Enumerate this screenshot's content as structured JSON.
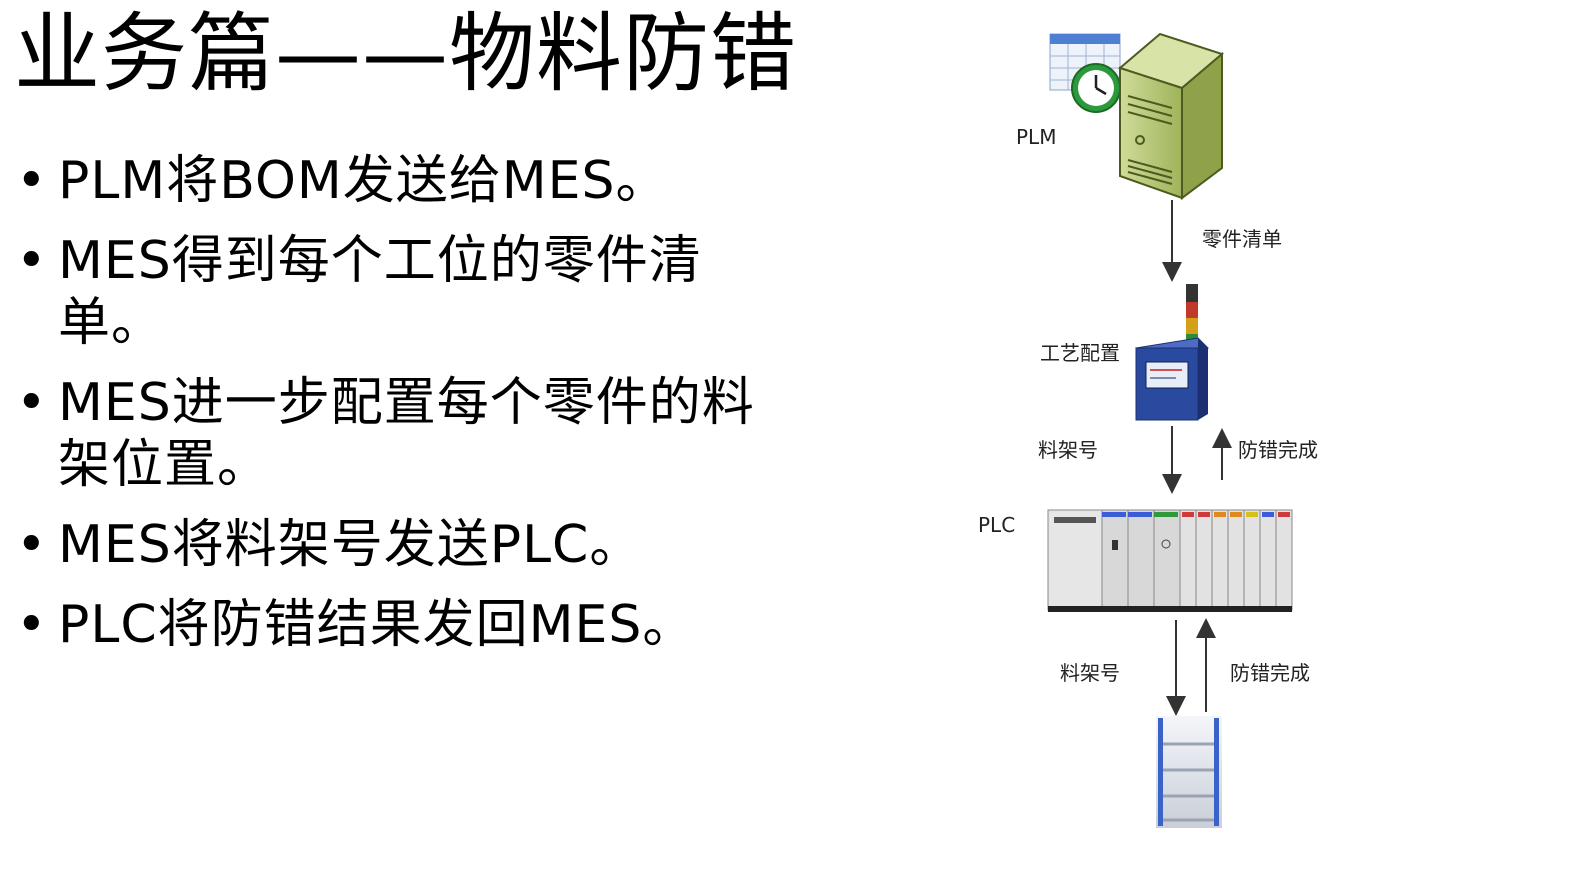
{
  "title": "业务篇——物料防错",
  "bullets": [
    "PLM将BOM发送给MES。",
    "MES得到每个工位的零件清单。",
    "MES进一步配置每个零件的料架位置。",
    "MES将料架号发送PLC。",
    "PLC将防错结果发回MES。"
  ],
  "diagram": {
    "nodes": {
      "plm": "PLM",
      "process_config": "工艺配置",
      "plc": "PLC"
    },
    "edges": {
      "parts_list": "零件清单",
      "rack_no_1": "料架号",
      "done_1": "防错完成",
      "rack_no_2": "料架号",
      "done_2": "防错完成"
    }
  },
  "colors": {
    "server_body": "#b5c77a",
    "terminal_body": "#2a4aa0",
    "rack_frame": "#3a63c8",
    "arrow": "#333333"
  }
}
